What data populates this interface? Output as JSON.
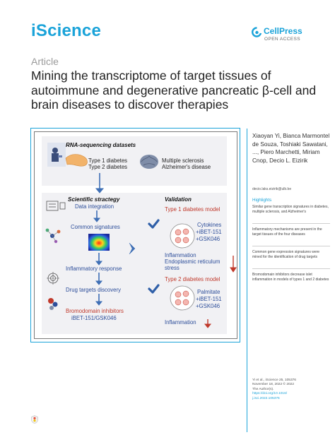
{
  "header": {
    "journal": "iScience",
    "publisher": "CellPress",
    "access": "OPEN ACCESS"
  },
  "article": {
    "type": "Article",
    "title": "Mining the transcriptome of target tissues of autoimmune and degenerative pancreatic β-cell and brain diseases to discover therapies"
  },
  "graphical_abstract": {
    "rna_title": "RNA-sequencing datasets",
    "diabetes": [
      "Type 1 diabetes",
      "Type 2 diabetes"
    ],
    "brain": [
      "Multiple sclerosis",
      "Alzheimer's disease"
    ],
    "strategy_title": "Scientific stractegy",
    "steps": [
      "Data integration",
      "Common signatures",
      "Inflammatory response",
      "Drug targets discovery"
    ],
    "inhibitors": "Bromodomain inhibitors",
    "inhibitor_names": "iBET-151/GSK046",
    "validation_title": "Validation",
    "t1": {
      "model": "Type 1 diabetes model",
      "treatment": [
        "Cytokines",
        "+iBET-151",
        "+GSK046"
      ],
      "outcome": [
        "Inflammation",
        "Endoplasmic reticulum",
        "stress"
      ]
    },
    "t2": {
      "model": "Type 2 diabetes model",
      "treatment": [
        "Palmitate",
        "+iBET-151",
        "+GSK046"
      ],
      "outcome": "Inflammation"
    },
    "colors": {
      "frame": "#1aa3d9",
      "blue_text": "#2d4e9a",
      "red_text": "#c0392b",
      "arrow_blue": "#3f6fb5",
      "check": "#2f5fa8",
      "pancreas": "#f2b36a",
      "brain": "#7f8da8"
    }
  },
  "sidebar": {
    "authors": "Xiaoyan Yi, Bianca Marmontel de Souza, Toshiaki Sawatani, ..., Piero Marchetti, Miriam Cnop, Decio L. Eizirik",
    "email": "decio.laks.eizirik@ulb.be",
    "highlights_title": "Highlights",
    "highlights": [
      "Similar gene transcription signatures in diabetes, multiple sclerosis, and Alzheimer's",
      "Inflammatory mechanisms are present in the target tissues of the four diseases",
      "Common gene expression signatures were mined for the identification of drug targets",
      "Bromodomain inhibitors decrease islet inflammation in models of types 1 and 2 diabetes"
    ],
    "citation": [
      "Yi et al., iScience 25, 105376",
      "November 18, 2022 © 2022",
      "The Author(s)."
    ],
    "doi": [
      "https://doi.org/10.1016/",
      "j.isci.2022.105376"
    ]
  }
}
